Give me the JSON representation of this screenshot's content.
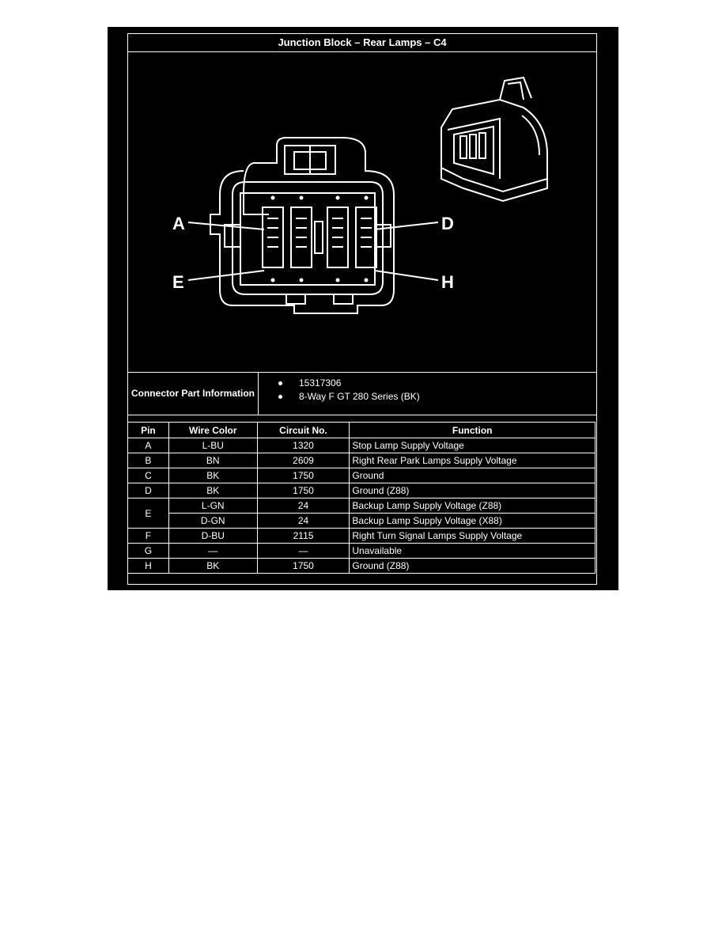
{
  "title": "Junction Block – Rear Lamps – C4",
  "diagram": {
    "pin_labels": [
      "A",
      "D",
      "E",
      "H"
    ]
  },
  "part_info": {
    "label": "Connector Part Information",
    "items": [
      "15317306",
      "8-Way F GT 280 Series (BK)"
    ]
  },
  "table": {
    "headers": [
      "Pin",
      "Wire Color",
      "Circuit No.",
      "Function"
    ],
    "rows": [
      {
        "pin": "A",
        "wire": "L-BU",
        "circuit": "1320",
        "function": "Stop Lamp Supply Voltage"
      },
      {
        "pin": "B",
        "wire": "BN",
        "circuit": "2609",
        "function": "Right Rear Park Lamps Supply Voltage"
      },
      {
        "pin": "C",
        "wire": "BK",
        "circuit": "1750",
        "function": "Ground"
      },
      {
        "pin": "D",
        "wire": "BK",
        "circuit": "1750",
        "function": "Ground (Z88)"
      },
      {
        "pin": "E",
        "wire": "L-GN",
        "circuit": "24",
        "function": "Backup Lamp Supply Voltage (Z88)"
      },
      {
        "pin": "",
        "wire": "D-GN",
        "circuit": "24",
        "function": "Backup Lamp Supply Voltage (X88)"
      },
      {
        "pin": "F",
        "wire": "D-BU",
        "circuit": "2115",
        "function": "Right Turn Signal Lamps Supply Voltage"
      },
      {
        "pin": "G",
        "wire": "—",
        "circuit": "—",
        "function": "Unavailable"
      },
      {
        "pin": "H",
        "wire": "BK",
        "circuit": "1750",
        "function": "Ground (Z88)"
      }
    ]
  }
}
